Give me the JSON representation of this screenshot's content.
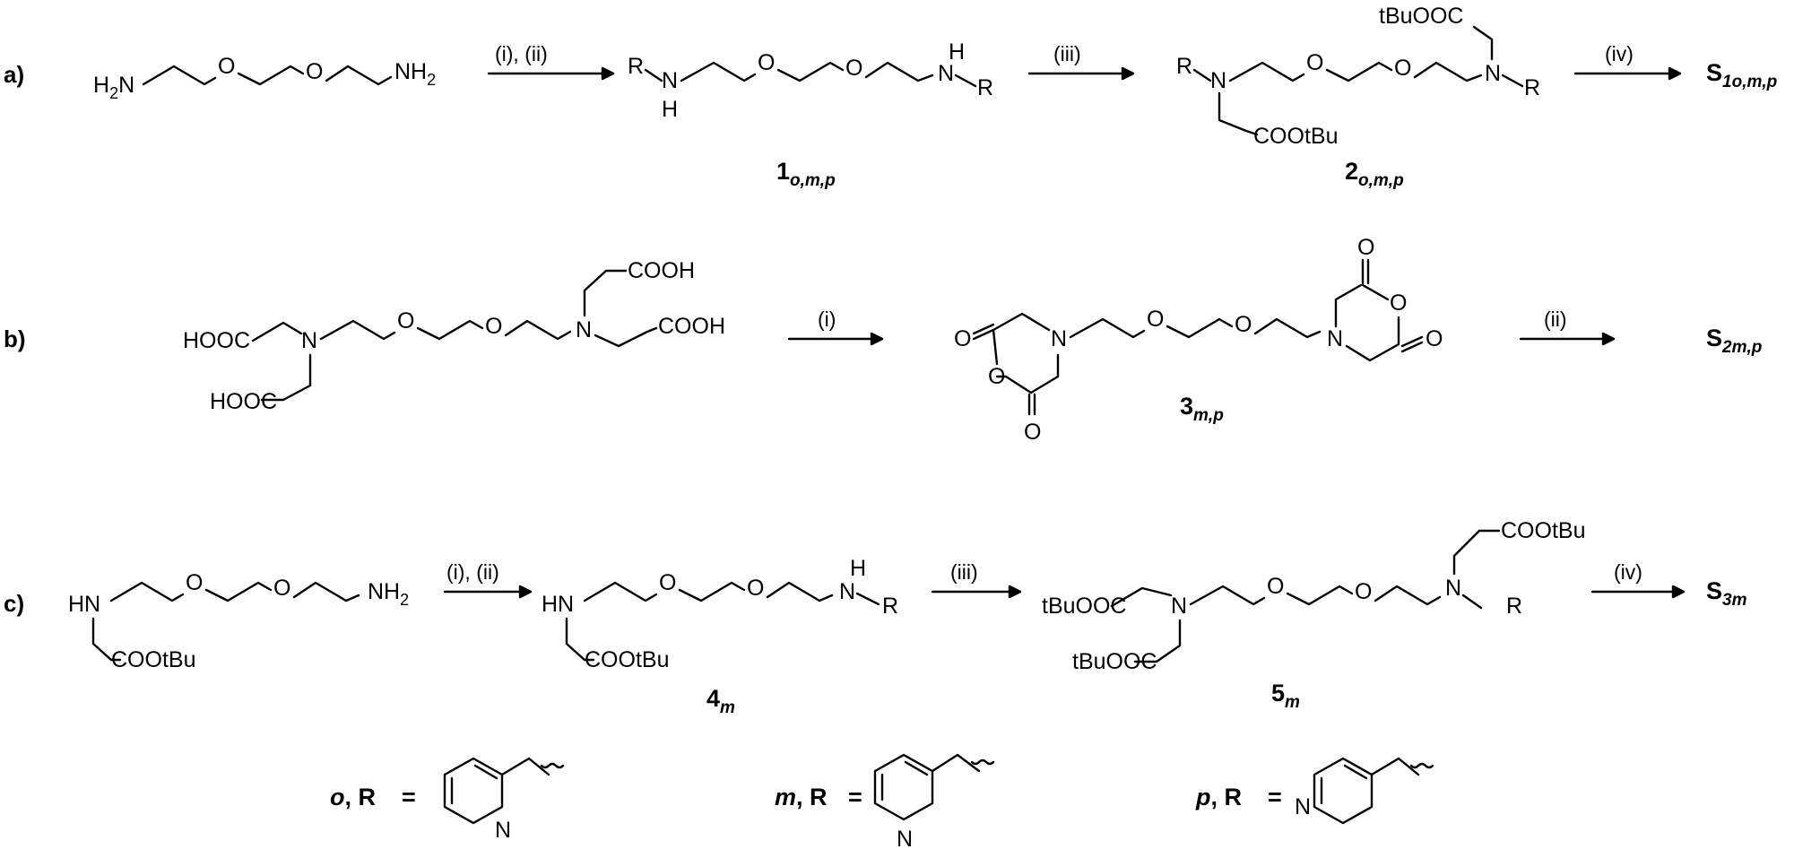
{
  "panels": {
    "a": {
      "label": "a)",
      "conditions": [
        "(i), (ii)",
        "(iii)",
        "(iv)"
      ],
      "compounds": [
        {
          "num": "1",
          "sub": "o,m,p"
        },
        {
          "num": "2",
          "sub": "o,m,p"
        }
      ],
      "product": {
        "prefix": "S",
        "sub": "1o,m,p"
      }
    },
    "b": {
      "label": "b)",
      "conditions": [
        "(i)",
        "(ii)"
      ],
      "compounds": [
        {
          "num": "3",
          "sub": "m,p"
        }
      ],
      "product": {
        "prefix": "S",
        "sub": "2m,p"
      }
    },
    "c": {
      "label": "c)",
      "conditions": [
        "(i), (ii)",
        "(iii)",
        "(iv)"
      ],
      "compounds": [
        {
          "num": "4",
          "sub": "m"
        },
        {
          "num": "5",
          "sub": "m"
        }
      ],
      "product": {
        "prefix": "S",
        "sub": "3m"
      }
    }
  },
  "atoms": {
    "O": "O",
    "N": "N",
    "H": "H",
    "R": "R",
    "NH": "NH",
    "HN": "HN",
    "H2N_main": "H",
    "H2N_tail": "N",
    "two": "2",
    "NH2_main": "NH",
    "COOH": "COOH",
    "HOOC": "HOOC",
    "COOtBu": "COOtBu",
    "tBuOOC": "tBuOOC"
  },
  "legend": [
    {
      "letter": "o",
      "rest": ", R",
      "eq": "="
    },
    {
      "letter": "m",
      "rest": ", R",
      "eq": "="
    },
    {
      "letter": "p",
      "rest": ", R",
      "eq": "="
    }
  ]
}
